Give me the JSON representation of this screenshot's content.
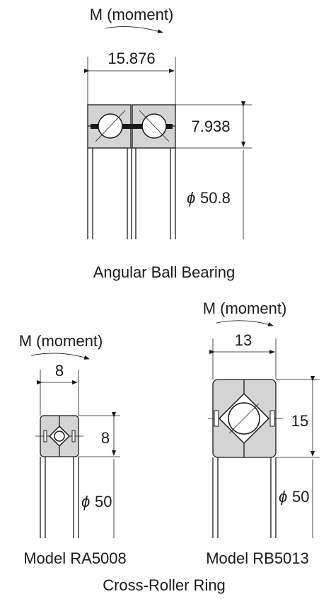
{
  "angular": {
    "moment": "M (moment)",
    "width": "15.876",
    "height": "7.938",
    "bore": "50.8",
    "diameter_symbol": "ϕ",
    "caption": "Angular Ball Bearing"
  },
  "ra5008": {
    "moment": "M (moment)",
    "width": "8",
    "height": "8",
    "bore": "50",
    "diameter_symbol": "ϕ",
    "caption": "Model RA5008"
  },
  "rb5013": {
    "moment": "M (moment)",
    "width": "13",
    "height": "15",
    "bore": "50",
    "diameter_symbol": "ϕ",
    "caption": "Model RB5013"
  },
  "group_caption": "Cross-Roller Ring",
  "colors": {
    "ring_fill": "#d4d4d4",
    "line": "#1a1a1a"
  }
}
